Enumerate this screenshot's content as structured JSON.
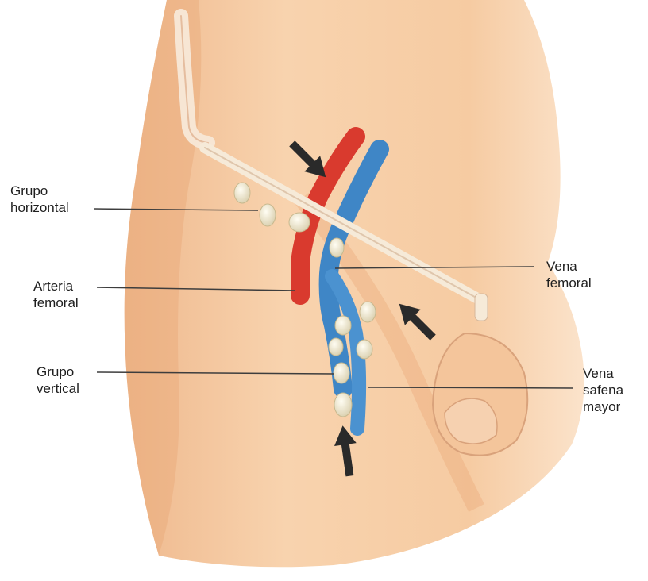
{
  "colors": {
    "skin": "#f4c59b",
    "skin_shadow": "#e9a877",
    "artery": "#d93a2e",
    "vein": "#3f86c6",
    "node": "#f2ecd6",
    "ligament": "#f6ead8",
    "leader": "#3d3d3d",
    "arrow": "#2a2a2a"
  },
  "labels": {
    "grupo_horizontal": {
      "line1": "Grupo",
      "line2": "horizontal"
    },
    "arteria_femoral": {
      "line1": "Arteria",
      "line2": "femoral"
    },
    "grupo_vertical": {
      "line1": "Grupo",
      "line2": "vertical"
    },
    "vena_femoral": {
      "line1": "Vena",
      "line2": "femoral"
    },
    "vena_safena_mayor": {
      "line1": "Vena",
      "line2": "safena",
      "line3": "mayor"
    }
  }
}
